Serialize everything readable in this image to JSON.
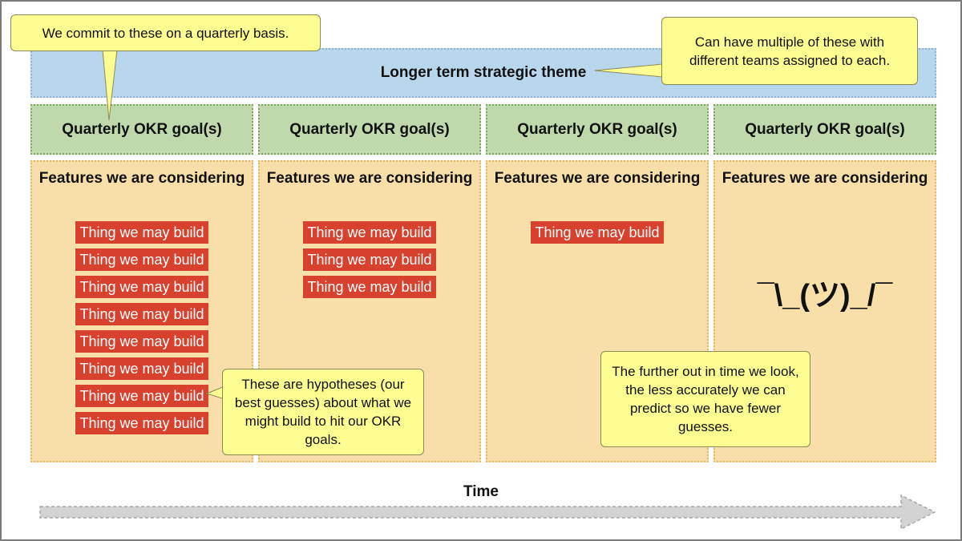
{
  "theme": {
    "label": "Longer term strategic theme"
  },
  "columns": [
    {
      "okr": "Quarterly OKR goal(s)",
      "title": "Features we are considering",
      "features": [
        "Thing we may build",
        "Thing we may build",
        "Thing we may build",
        "Thing we may build",
        "Thing we may build",
        "Thing we may build",
        "Thing we may build",
        "Thing we may build"
      ]
    },
    {
      "okr": "Quarterly OKR goal(s)",
      "title": "Features we are considering",
      "features": [
        "Thing we may build",
        "Thing we may build",
        "Thing we may build"
      ]
    },
    {
      "okr": "Quarterly OKR goal(s)",
      "title": "Features we are considering",
      "features": [
        "Thing we may build"
      ]
    },
    {
      "okr": "Quarterly OKR goal(s)",
      "title": "Features we are considering",
      "features": [],
      "shrug": "¯\\_(ツ)_/¯"
    }
  ],
  "callouts": {
    "quarterly": "We commit to these on a quarterly basis.",
    "multiple": "Can have multiple of these with different teams assigned to each.",
    "hypotheses": "These are hypotheses (our best guesses) about what we might build to hit our OKR goals.",
    "further": "The further out in time we look, the less accurately we can predict so we have fewer guesses."
  },
  "time_axis": {
    "label": "Time"
  },
  "colors": {
    "theme_fill": "#b9d7ec",
    "okr_fill": "#bfd9ad",
    "features_fill": "#f8dfa9",
    "feature_chip": "#d8412e",
    "callout_fill": "#fdfd92",
    "arrow_fill": "#d3d3d3"
  }
}
